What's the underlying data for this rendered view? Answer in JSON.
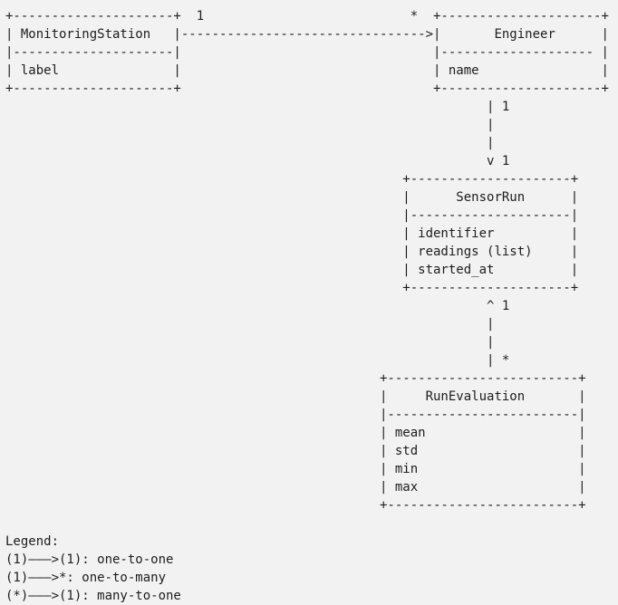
{
  "colors": {
    "background": "#f2f2f2",
    "text": "#1d1d1d"
  },
  "entities": [
    {
      "name": "MonitoringStation",
      "attributes": [
        "label"
      ]
    },
    {
      "name": "Engineer",
      "attributes": [
        "name"
      ]
    },
    {
      "name": "SensorRun",
      "attributes": [
        "identifier",
        "readings (list)",
        "started_at"
      ]
    },
    {
      "name": "RunEvaluation",
      "attributes": [
        "mean",
        "std",
        "min",
        "max"
      ]
    }
  ],
  "relationships": [
    {
      "from": "MonitoringStation",
      "to": "Engineer",
      "from_multiplicity": "1",
      "to_multiplicity": "*",
      "direction": "right"
    },
    {
      "from": "Engineer",
      "to": "SensorRun",
      "from_multiplicity": "1",
      "to_multiplicity": "1",
      "direction": "down"
    },
    {
      "from": "RunEvaluation",
      "to": "SensorRun",
      "from_multiplicity": "*",
      "to_multiplicity": "1",
      "direction": "up"
    }
  ],
  "diagram": {
    "lines": [
      "+---------------------+  1                           *  +---------------------+",
      "| MonitoringStation   |-------------------------------->|       Engineer      |",
      "|---------------------|                                 |-------------------- |",
      "| label               |                                 | name                |",
      "+---------------------+                                 +---------------------+",
      "                                                               | 1",
      "                                                               |",
      "                                                               |",
      "                                                               v 1",
      "                                                    +---------------------+",
      "                                                    |      SensorRun      |",
      "                                                    |---------------------|",
      "                                                    | identifier          |",
      "                                                    | readings (list)     |",
      "                                                    | started_at          |",
      "                                                    +---------------------+",
      "                                                               ^ 1",
      "                                                               |",
      "                                                               |",
      "                                                               | *",
      "                                                 +-------------------------+",
      "                                                 |     RunEvaluation       |",
      "                                                 |-------------------------|",
      "                                                 | mean                    |",
      "                                                 | std                     |",
      "                                                 | min                     |",
      "                                                 | max                     |",
      "                                                 +-------------------------+"
    ]
  },
  "legend": {
    "title": "Legend:",
    "items": [
      "(1)———>(1): one-to-one",
      "(1)———>*: one-to-many",
      "(*)———>(1): many-to-one"
    ]
  }
}
